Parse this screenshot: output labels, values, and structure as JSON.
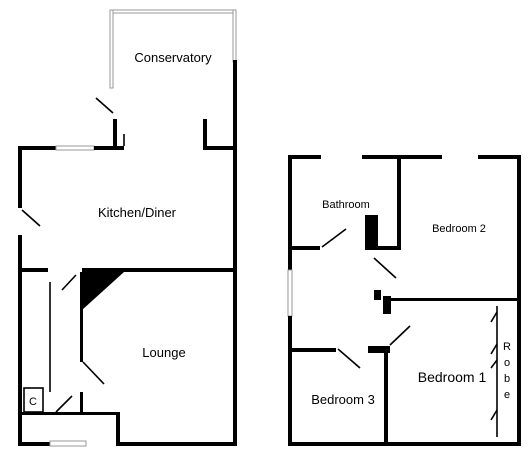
{
  "ground_floor": {
    "rooms": {
      "conservatory": "Conservatory",
      "kitchen_diner": "Kitchen/Diner",
      "lounge": "Lounge",
      "cupboard": "C"
    }
  },
  "first_floor": {
    "rooms": {
      "bathroom": "Bathroom",
      "bedroom_2": "Bedroom 2",
      "bedroom_1": "Bedroom 1",
      "bedroom_3": "Bedroom 3"
    },
    "robe_letters": [
      "R",
      "o",
      "b",
      "e"
    ]
  },
  "colors": {
    "wall": "#000000",
    "window": "#9a9a9a",
    "background": "#ffffff"
  }
}
